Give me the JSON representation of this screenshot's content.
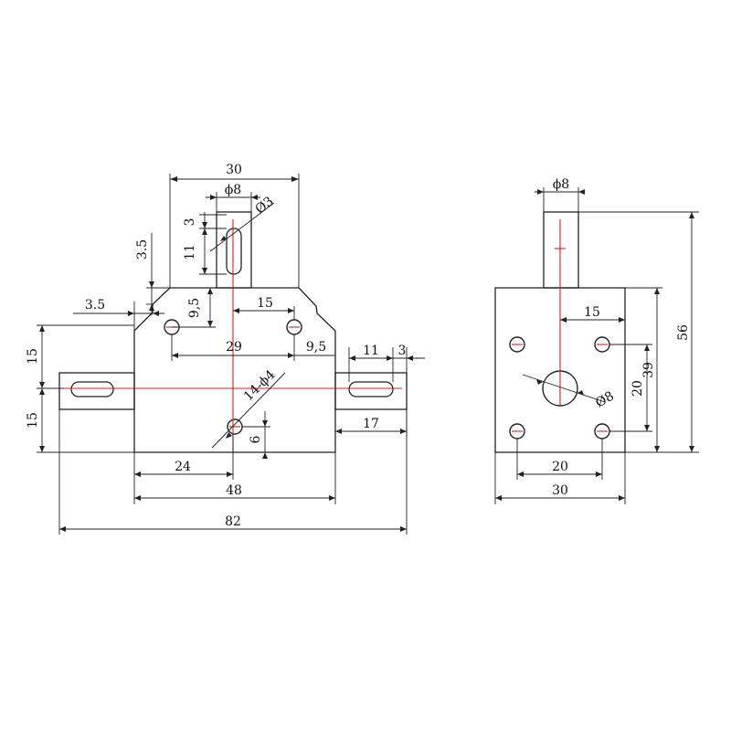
{
  "front_view": {
    "dims": {
      "top_width": "30",
      "shaft_dia": "ϕ8",
      "key_width": "Ø3",
      "key_top": "3",
      "key_len": "11",
      "step_v": "3.5",
      "step_h": "3.5",
      "hole_v": "9,5",
      "hole_h": "15",
      "hole_span": "29",
      "hole_edge": "9,5",
      "left_upper": "15",
      "left_lower": "15",
      "right_key": "11",
      "right_small": "3",
      "right_shaft": "17",
      "bottom_hole": "14-ϕ4",
      "bottom_hole_v": "6",
      "half_body": "24",
      "body_width": "48",
      "overall_width": "82"
    }
  },
  "side_view": {
    "dims": {
      "shaft_dia": "ϕ8",
      "hole_h": "15",
      "hole_v": "20",
      "body_v": "39",
      "overall_v": "56",
      "center_bore": "Ø8",
      "hole_span": "20",
      "body_width": "30"
    }
  }
}
